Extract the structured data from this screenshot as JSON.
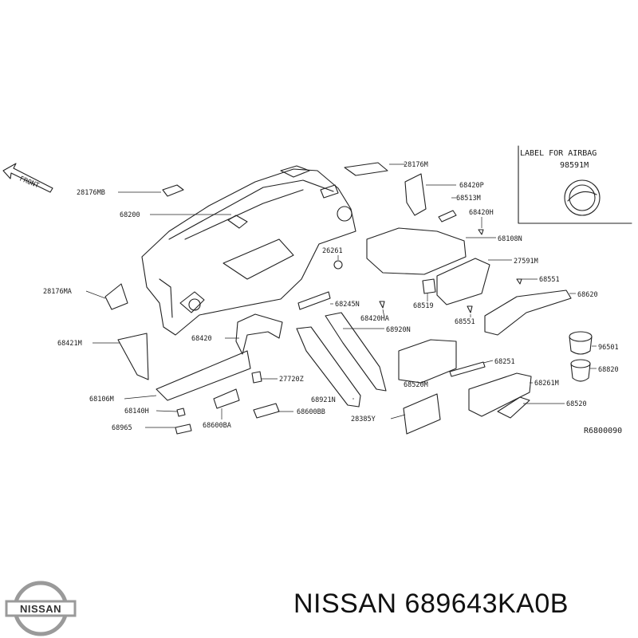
{
  "front_label": "FRONT",
  "airbag": {
    "title": "LABEL FOR AIRBAG",
    "part": "98591M"
  },
  "parts": [
    "28176M",
    "68420P",
    "68513M",
    "68420H",
    "68108N",
    "27591M",
    "68551",
    "68620",
    "96501",
    "68820",
    "28176MB",
    "68200",
    "28176MA",
    "26261",
    "68245N",
    "68420HA",
    "68519",
    "68551",
    "68421M",
    "68420",
    "68920N",
    "68251",
    "68261M",
    "68520",
    "68520M",
    "27720Z",
    "68106M",
    "68921N",
    "68140H",
    "68600BB",
    "68965",
    "68600BA",
    "28385Y"
  ],
  "ref_code": "R6800090",
  "brand": {
    "logo_text": "NISSAN",
    "caption": "NISSAN 689643KA0B"
  }
}
